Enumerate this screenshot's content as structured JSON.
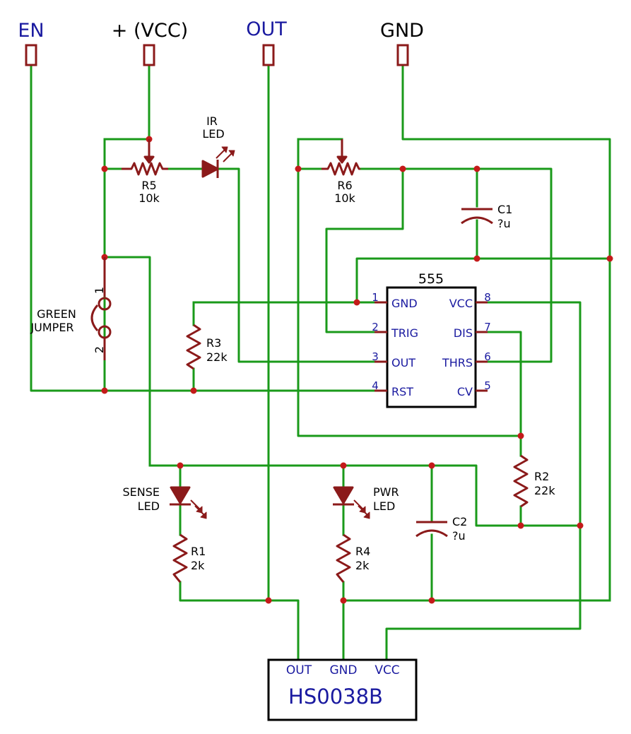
{
  "colors": {
    "wire": "#1a9a1a",
    "part": "#8b1a1a",
    "label": "#1a1aa0",
    "text": "#000000"
  },
  "connectors": [
    {
      "label": "EN"
    },
    {
      "label": "+ (VCC)"
    },
    {
      "label": "OUT"
    },
    {
      "label": "GND"
    }
  ],
  "ic555": {
    "name": "555",
    "pins_left": [
      {
        "num": "1",
        "label": "GND"
      },
      {
        "num": "2",
        "label": "TRIG"
      },
      {
        "num": "3",
        "label": "OUT"
      },
      {
        "num": "4",
        "label": "RST"
      }
    ],
    "pins_right": [
      {
        "num": "8",
        "label": "VCC"
      },
      {
        "num": "7",
        "label": "DIS"
      },
      {
        "num": "6",
        "label": "THRS"
      },
      {
        "num": "5",
        "label": "CV"
      }
    ]
  },
  "components": {
    "r5": {
      "name": "R5",
      "value": "10k"
    },
    "r6": {
      "name": "R6",
      "value": "10k"
    },
    "r3": {
      "name": "R3",
      "value": "22k"
    },
    "r2": {
      "name": "R2",
      "value": "22k"
    },
    "r1": {
      "name": "R1",
      "value": "2k"
    },
    "r4": {
      "name": "R4",
      "value": "2k"
    },
    "c1": {
      "name": "C1",
      "value": "?u"
    },
    "c2": {
      "name": "C2",
      "value": "?u"
    },
    "ir_led": {
      "line1": "IR",
      "line2": "LED"
    },
    "sense_led": {
      "line1": "SENSE",
      "line2": "LED"
    },
    "pwr_led": {
      "line1": "PWR",
      "line2": "LED"
    },
    "jumper": {
      "line1": "GREEN",
      "line2": "JUMPER",
      "pin1": "1",
      "pin2": "2"
    }
  },
  "hs0038b": {
    "name": "HS0038B",
    "pins": [
      "OUT",
      "GND",
      "VCC"
    ]
  }
}
